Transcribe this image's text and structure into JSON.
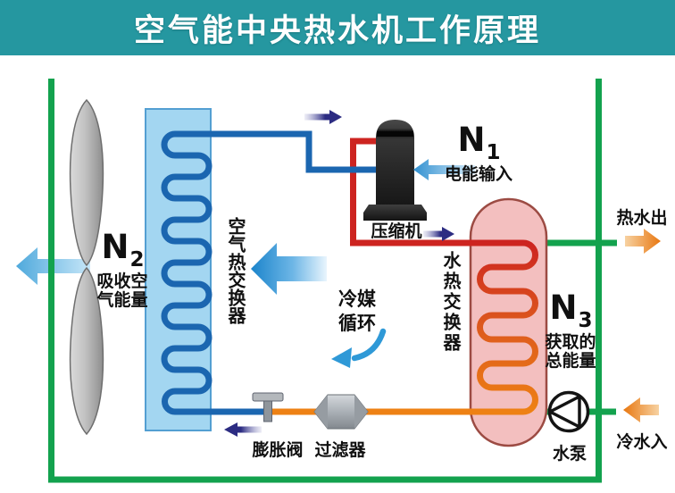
{
  "header": {
    "title": "空气能中央热水机工作原理",
    "bg_color": "#2597a0",
    "text_color": "#ffffff"
  },
  "labels": {
    "n1": {
      "symbol": "N",
      "sub": "1",
      "caption": "电能输入"
    },
    "n2": {
      "symbol": "N",
      "sub": "2",
      "caption": "吸收空气能量"
    },
    "n3": {
      "symbol": "N",
      "sub": "3",
      "caption": "获取的总能量"
    },
    "air_heat_exchanger": "空气热交换器",
    "water_heat_exchanger": "水热交换器",
    "refrigerant_cycle": "冷媒循环",
    "compressor": "压缩机",
    "expansion_valve": "膨胀阀",
    "filter": "过滤器",
    "water_pump": "水泵",
    "hot_water_out": "热水出",
    "cold_water_in": "冷水入"
  },
  "colors": {
    "water_pipe_green": "#13a24e",
    "refrigerant_cold_blue": "#1b66b0",
    "refrigerant_hot_red": "#cd2420",
    "refrigerant_liquid_orange": "#ee8114",
    "tank_fill": "#f3bfbf",
    "tank_border": "#9c4b43",
    "evaporator_fill": "#a3d6f1",
    "evaporator_border": "#539fd2",
    "flow_arrow_navy": "#2c2c82",
    "energy_arrow_blue": "#2f8fd0",
    "water_arrow_orange": "#e87710",
    "header_teal": "#2597a0"
  }
}
